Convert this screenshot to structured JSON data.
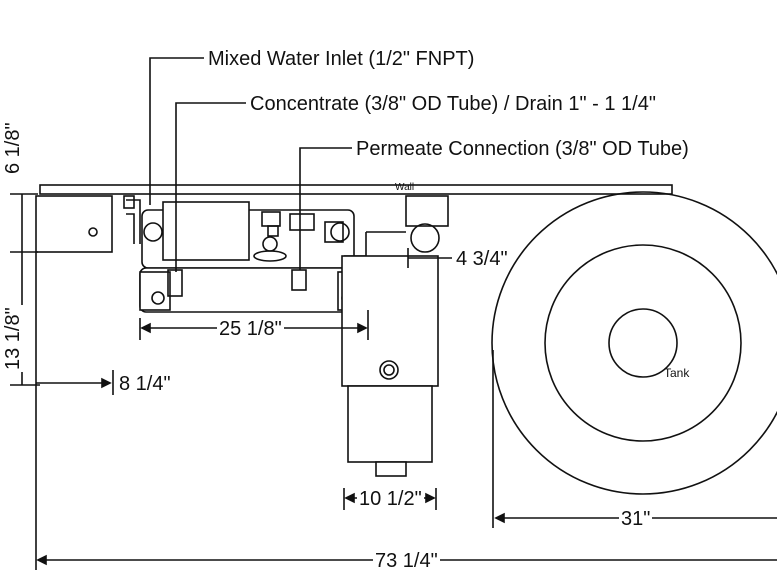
{
  "callouts": {
    "mixed_water_inlet": "Mixed Water Inlet (1/2\" FNPT)",
    "concentrate": "Concentrate (3/8\" OD Tube) / Drain 1\" - 1 1/4\"",
    "permeate": "Permeate Connection (3/8\" OD Tube)"
  },
  "labels": {
    "wall": "Wall",
    "tank": "Tank"
  },
  "dimensions": {
    "wall_offset": "6 1/8\"",
    "depth": "13 1/8\"",
    "left_offset": "8 1/4\"",
    "unit_width": "25 1/8\"",
    "filter_offset": "4 3/4\"",
    "filter_width": "10 1/2\"",
    "tank_diameter": "31\"",
    "overall_width": "73 1/4\""
  },
  "colors": {
    "line": "#111111",
    "fill": "#ffffff",
    "shade": "#d9d9d9"
  }
}
